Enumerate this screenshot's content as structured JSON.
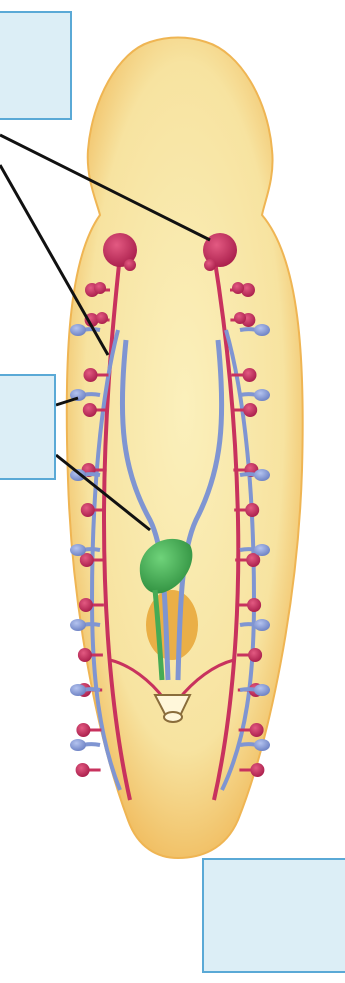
{
  "diagram": {
    "subject": "planarian-protonephridia-and-reproductive-system",
    "labels": [
      {
        "id": "label-top",
        "text": ""
      },
      {
        "id": "label-middle",
        "text": ""
      },
      {
        "id": "label-bottom",
        "text": ""
      }
    ],
    "colors": {
      "body_fill": "#f7e7a6",
      "body_edge": "#efb553",
      "red_structure": "#c8325e",
      "blue_structure": "#7f95d2",
      "green_structure": "#46ab55",
      "orange_structure": "#e8a93c",
      "label_box_fill": "#dceef6",
      "label_box_border": "#5aa9d6",
      "leader_line": "#111111"
    }
  }
}
